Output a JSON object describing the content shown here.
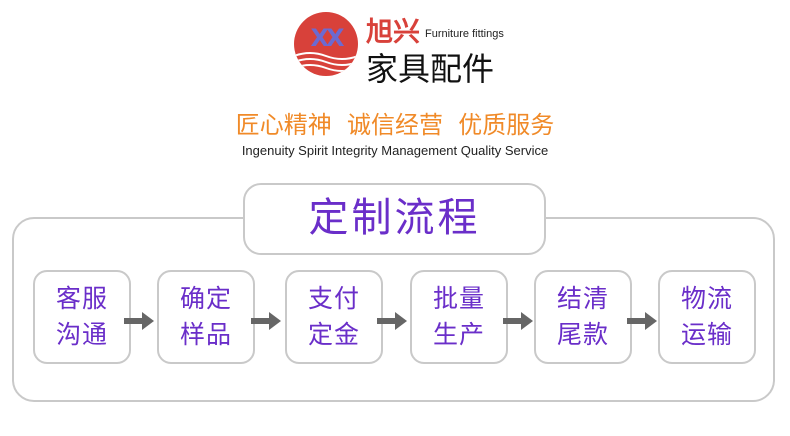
{
  "brand": {
    "logo_letters": "XX",
    "name_cn": "旭兴",
    "name_en": "Furniture fittings",
    "subtitle_cn": "家具配件"
  },
  "slogan": {
    "cn": "匠心精神  诚信经营  优质服务",
    "en": "Ingenuity Spirit Integrity Management Quality Service"
  },
  "process": {
    "title": "定制流程",
    "steps": [
      {
        "line1": "客服",
        "line2": "沟通"
      },
      {
        "line1": "确定",
        "line2": "样品"
      },
      {
        "line1": "支付",
        "line2": "定金"
      },
      {
        "line1": "批量",
        "line2": "生产"
      },
      {
        "line1": "结清",
        "line2": "尾款"
      },
      {
        "line1": "物流",
        "line2": "运输"
      }
    ]
  },
  "colors": {
    "accent_purple": "#6a2ec9",
    "slogan_orange": "#f08a28",
    "logo_red": "#d8413a",
    "arrow_gray": "#666666"
  }
}
